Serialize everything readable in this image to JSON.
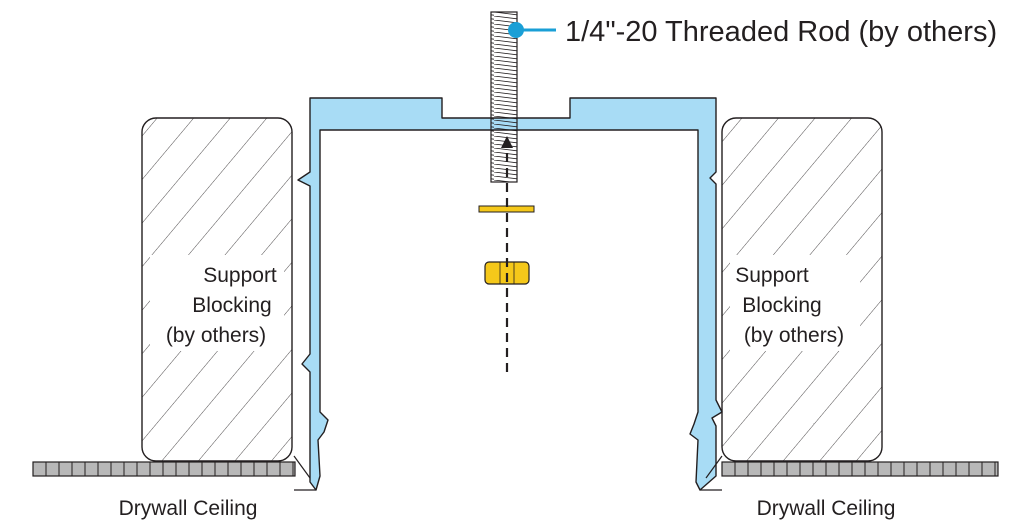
{
  "callout": {
    "rod_label": "1/4\"-20 Threaded Rod (by others)"
  },
  "blocking_left": {
    "line1": "Support",
    "line2": "Blocking",
    "line3": "(by others)"
  },
  "blocking_right": {
    "line1": "Support",
    "line2": "Blocking",
    "line3": "(by others)"
  },
  "ceiling_left": {
    "label": "Drywall Ceiling"
  },
  "ceiling_right": {
    "label": "Drywall Ceiling"
  },
  "colors": {
    "channel_fill": "#a8dcf5",
    "callout_accent": "#1a9fd6",
    "hardware_yellow": "#f5c81a",
    "outline": "#231f20"
  }
}
